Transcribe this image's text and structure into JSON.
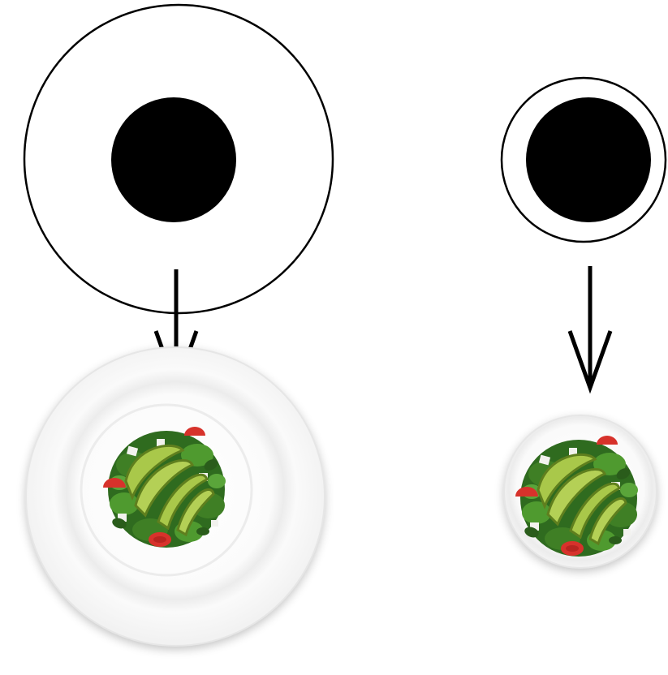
{
  "diagram": {
    "panels": [
      {
        "id": "large-plate",
        "symbol": "large-ring-with-dot-icon",
        "arrow": "down-arrow-icon",
        "plate": "large-plate-with-salad"
      },
      {
        "id": "small-plate",
        "symbol": "small-ring-with-dot-icon",
        "arrow": "down-arrow-icon",
        "plate": "small-plate-with-salad"
      }
    ],
    "colors": {
      "ink": "#000000",
      "background": "#ffffff",
      "plate": "#ffffff",
      "plate_shadow": "#d9d9d9",
      "leaf_dark": "#2f6b1f",
      "leaf_light": "#4f9a2f",
      "avocado": "#a9c84a",
      "avocado_edge": "#5f7f1e",
      "tomato": "#d7322b",
      "feta": "#f2f2ee"
    }
  }
}
